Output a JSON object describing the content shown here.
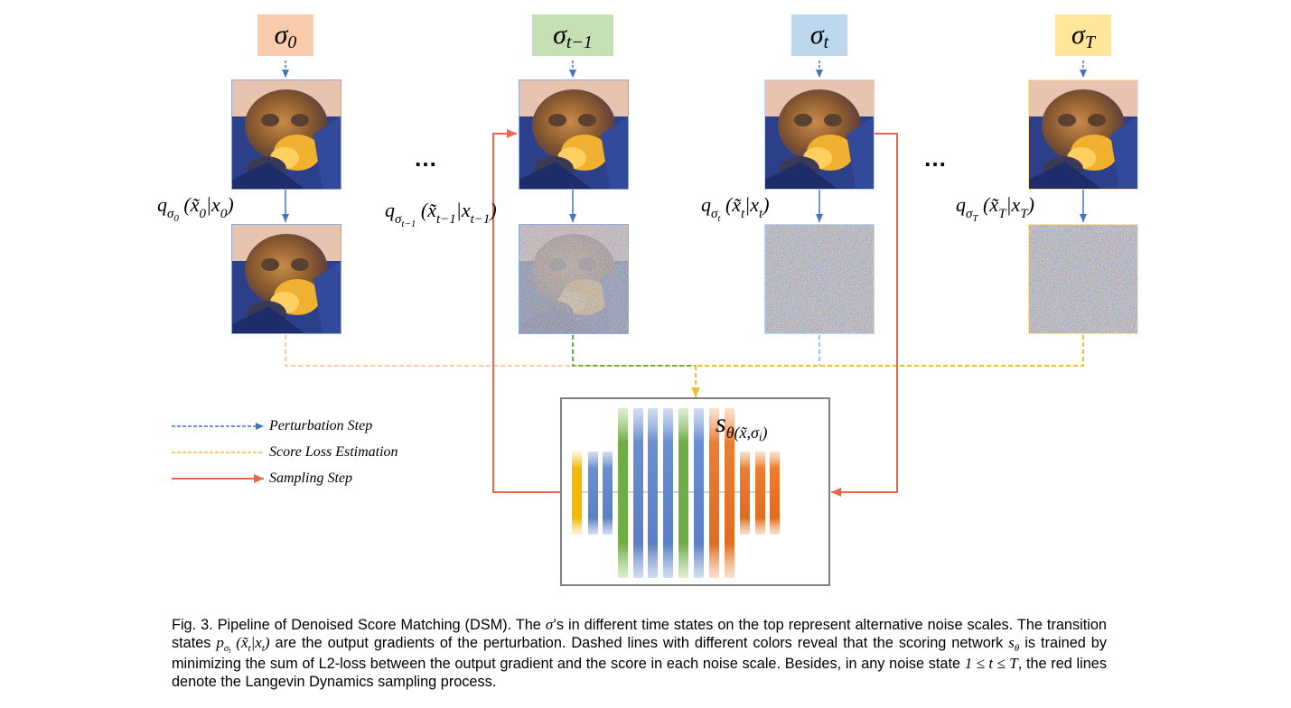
{
  "stages": [
    {
      "sigma": "σ",
      "sigma_sub": "0",
      "color": "#f8cbad",
      "border": "#8faadc",
      "output": "clean",
      "q_main": "q",
      "q_sub": "σ",
      "q_sub2": "0",
      "q_tail": "(x̃",
      "q_tail_sub": "0",
      "q_mid": "|x",
      "q_mid_sub": "0",
      "q_end": ")"
    },
    {
      "sigma": "σ",
      "sigma_sub": "t−1",
      "color": "#c5e0b4",
      "border": "#8faadc",
      "output": "semi",
      "q_main": "q",
      "q_sub": "σ",
      "q_sub2": "t−1",
      "q_tail": "(x̃",
      "q_tail_sub": "t−1",
      "q_mid": "|x",
      "q_mid_sub": "t−1",
      "q_end": ")"
    },
    {
      "sigma": "σ",
      "sigma_sub": "t",
      "color": "#bdd7ee",
      "border": "#bdd7ee",
      "output": "noise",
      "q_main": "q",
      "q_sub": "σ",
      "q_sub2": "t",
      "q_tail": "(x̃",
      "q_tail_sub": "t",
      "q_mid": "|x",
      "q_mid_sub": "t",
      "q_end": ")"
    },
    {
      "sigma": "σ",
      "sigma_sub": "T",
      "color": "#ffe699",
      "border": "#ffe699",
      "output": "noise",
      "q_main": "q",
      "q_sub": "σ",
      "q_sub2": "T",
      "q_tail": "(x̃",
      "q_tail_sub": "T",
      "q_mid": "|x",
      "q_mid_sub": "T",
      "q_end": ")"
    }
  ],
  "ellipsis": "…",
  "network": {
    "label_main": "s",
    "label_sub": "θ",
    "label_args": "(x̃,σ",
    "label_args_sub": "i",
    "label_end": ")"
  },
  "legend": [
    {
      "label": "Perturbation Step",
      "color": "#4472c4"
    },
    {
      "label": "Score Loss Estimation",
      "color": "#f0c030"
    },
    {
      "label": "Sampling Step",
      "color": "#ed6448"
    }
  ],
  "caption": {
    "part1": "Fig. 3. Pipeline of Denoised Score Matching (DSM). The ",
    "sigma": "σ",
    "part2": "’s in different time states on the top represent alternative noise scales. The transition states ",
    "p": "p",
    "p_sub": "σ",
    "p_sub2": "t",
    "p_args": "(x̃",
    "p_args_sub": "t",
    "p_mid": "|x",
    "p_mid_sub": "t",
    "p_end": ")",
    "part3": " are the output gradients of the perturbation. Dashed lines with different colors reveal that the scoring network ",
    "s": "s",
    "s_sub": "θ",
    "part4": " is trained by minimizing the sum of L2-loss between the output gradient and the score in each noise scale. Besides, in any noise state ",
    "range": "1 ≤ t ≤ T",
    "part5": ", the red lines denote the Langevin Dynamics sampling process."
  }
}
